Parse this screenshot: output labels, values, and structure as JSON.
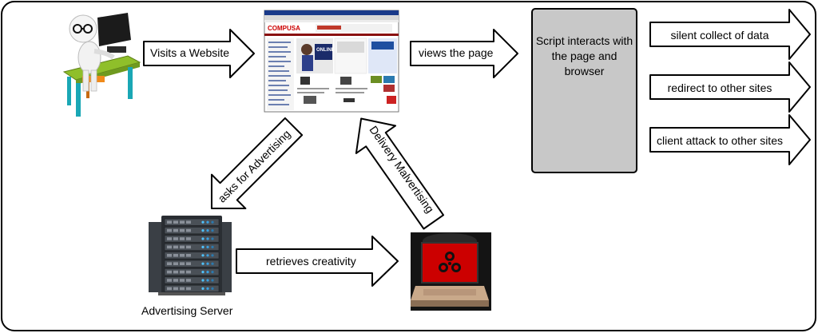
{
  "diagram": {
    "steps": {
      "visits": "Visits a Website",
      "views": "views the page",
      "asks": "asks for Advertising",
      "delivery": "Delivery Malvertising",
      "retrieves": "retrieves creativity"
    },
    "script_box": {
      "text": "Script interacts with the page and browser"
    },
    "outcomes": [
      "silent collect of data",
      "redirect to other sites",
      "client attack to other sites"
    ],
    "server_label": "Advertising Server",
    "screenshot": {
      "logo": "COMPUSA",
      "banner": "ONLINE ONLY"
    }
  },
  "colors": {
    "box_fill": "#c8c8c8",
    "arrow_fill": "#ffffff",
    "stroke": "#000000",
    "malware_red": "#d40000"
  },
  "icons": [
    "user-at-computer-icon",
    "browser-screenshot",
    "server-rack-icon",
    "malware-laptop-icon"
  ]
}
